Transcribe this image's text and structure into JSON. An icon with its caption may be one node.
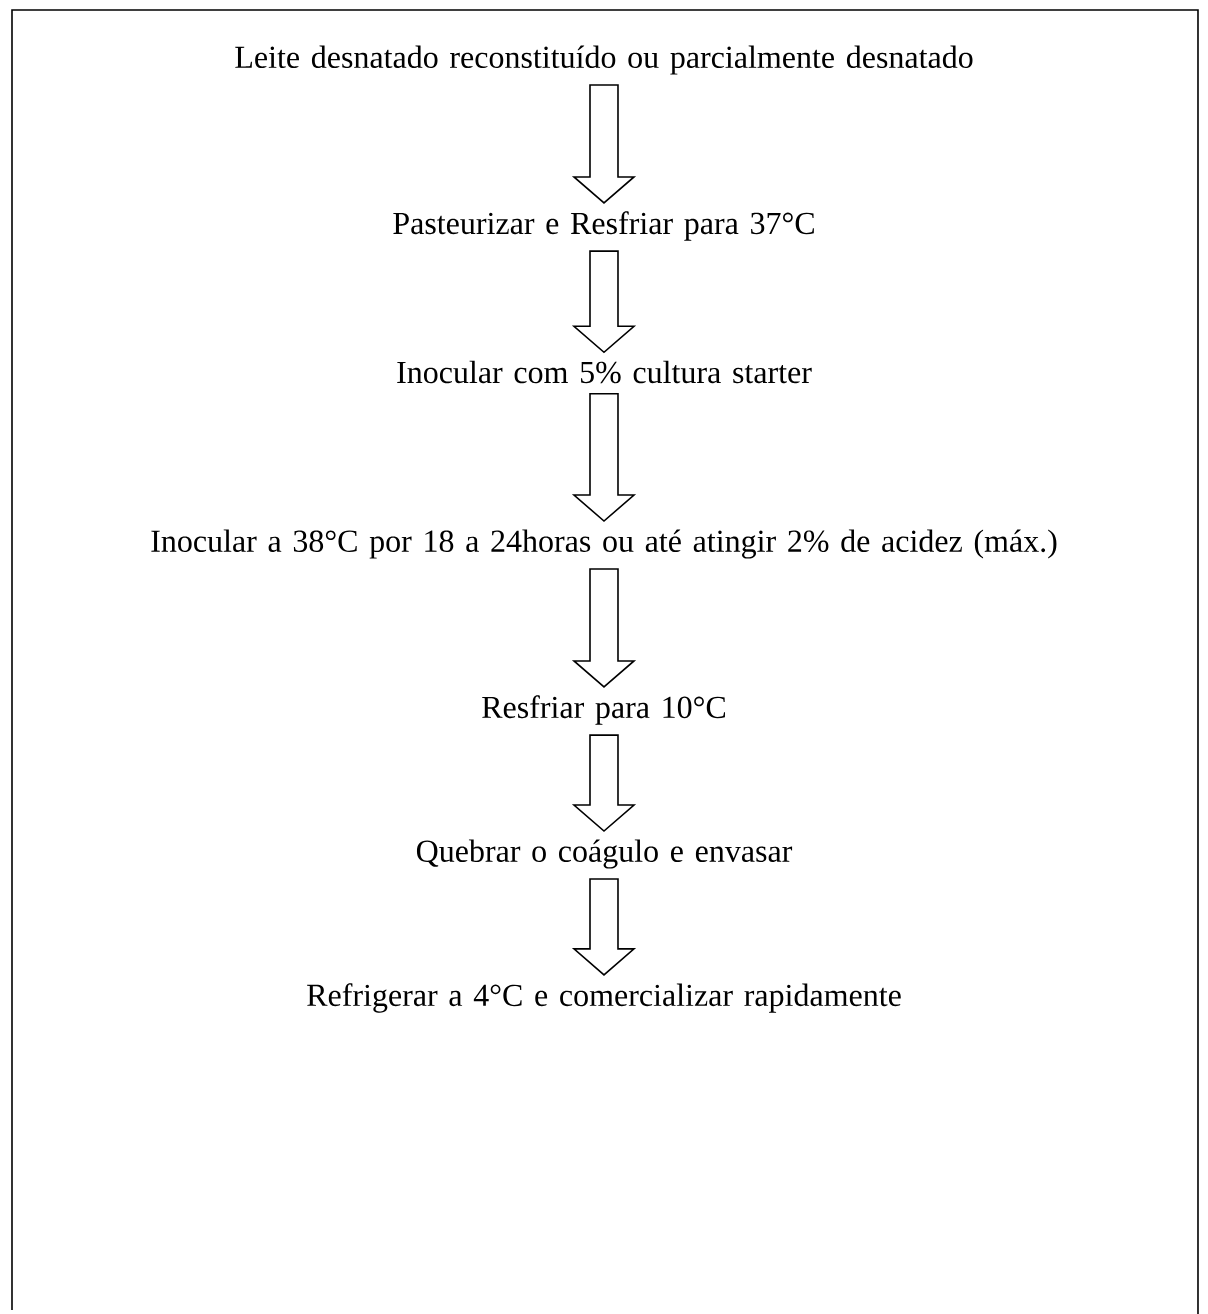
{
  "diagram": {
    "nodes": [
      {
        "text": [
          "Leite desnatado reconstituído ou parcialmente desnatado"
        ]
      },
      {
        "text": [
          "Pasteurizar e Resfriar para 37°C"
        ]
      },
      {
        "text": [
          "Inocular com 5% cultura starter"
        ]
      },
      {
        "text": [
          "Inocular a 38°C por 18 a 24horas ou até atingir 2% de acidez (máx.)"
        ]
      },
      {
        "text": [
          "Resfriar para 10°C"
        ]
      },
      {
        "text": [
          "Quebrar o coágulo e envasar"
        ]
      },
      {
        "text": [
          "Refrigerar a 4°C e comercializar rapidamente"
        ]
      }
    ],
    "edges": [
      {
        "from": 0,
        "to": 1,
        "arrow": "to"
      },
      {
        "from": 1,
        "to": 2,
        "arrow": "to"
      },
      {
        "from": 2,
        "to": 3,
        "arrow": "to"
      },
      {
        "from": 3,
        "to": 4,
        "arrow": "to"
      },
      {
        "from": 4,
        "to": 5,
        "arrow": "to"
      },
      {
        "from": 5,
        "to": 6,
        "arrow": "to"
      }
    ]
  }
}
